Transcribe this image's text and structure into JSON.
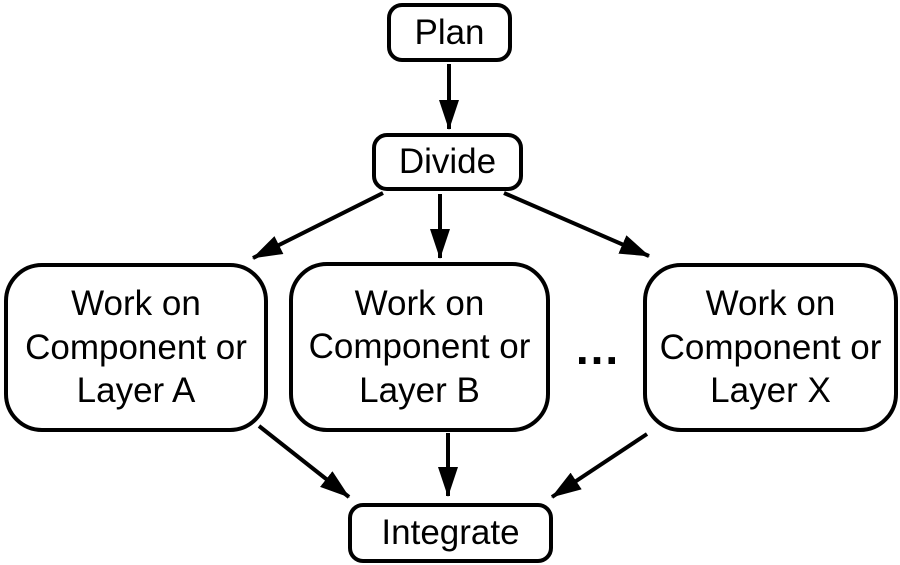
{
  "diagram": {
    "type": "flowchart",
    "background_color": "#ffffff",
    "stroke_color": "#000000",
    "node_fill_color": "#ffffff",
    "text_color": "#000000",
    "nodes": {
      "plan": "Plan",
      "divide": "Divide",
      "work_a": "Work on\nComponent or\nLayer A",
      "work_b": "Work on\nComponent or\nLayer B",
      "ellipsis": "...",
      "work_x": "Work on\nComponent or\nLayer X",
      "integrate": "Integrate"
    },
    "edges": [
      {
        "from": "plan",
        "to": "divide"
      },
      {
        "from": "divide",
        "to": "work_a"
      },
      {
        "from": "divide",
        "to": "work_b"
      },
      {
        "from": "divide",
        "to": "work_x"
      },
      {
        "from": "work_a",
        "to": "integrate"
      },
      {
        "from": "work_b",
        "to": "integrate"
      },
      {
        "from": "work_x",
        "to": "integrate"
      }
    ]
  }
}
